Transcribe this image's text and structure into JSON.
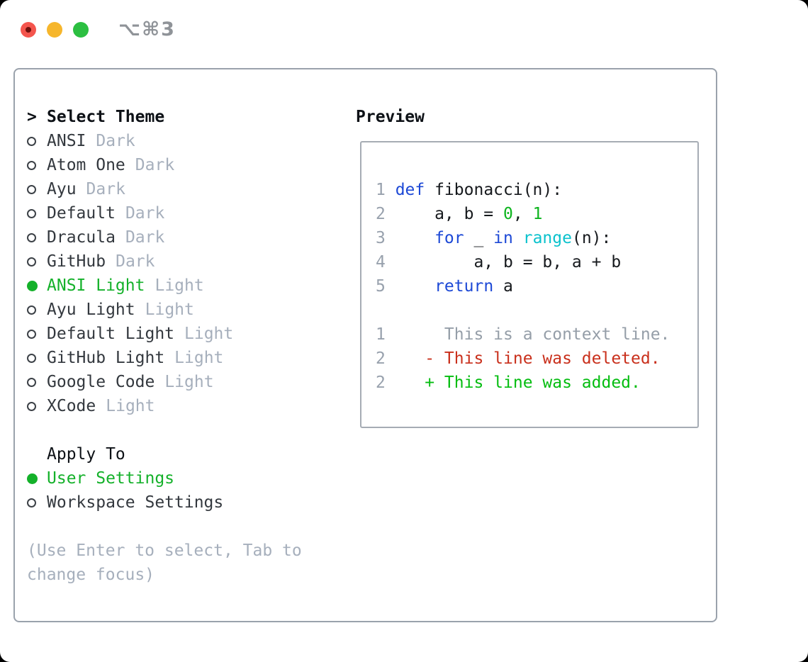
{
  "window": {
    "shortcut": "⌥⌘3",
    "traffic_lights": {
      "close_color": "#f4554d",
      "minimize_color": "#f6b62c",
      "zoom_color": "#2cbf41"
    }
  },
  "themePanel": {
    "prompt": ">",
    "title": "Select Theme",
    "themes": [
      {
        "name": "ANSI",
        "variant": "Dark",
        "selected": false
      },
      {
        "name": "Atom One",
        "variant": "Dark",
        "selected": false
      },
      {
        "name": "Ayu",
        "variant": "Dark",
        "selected": false
      },
      {
        "name": "Default",
        "variant": "Dark",
        "selected": false
      },
      {
        "name": "Dracula",
        "variant": "Dark",
        "selected": false
      },
      {
        "name": "GitHub",
        "variant": "Dark",
        "selected": false
      },
      {
        "name": "ANSI Light",
        "variant": "Light",
        "selected": true
      },
      {
        "name": "Ayu Light",
        "variant": "Light",
        "selected": false
      },
      {
        "name": "Default Light",
        "variant": "Light",
        "selected": false
      },
      {
        "name": "GitHub Light",
        "variant": "Light",
        "selected": false
      },
      {
        "name": "Google Code",
        "variant": "Light",
        "selected": false
      },
      {
        "name": "XCode",
        "variant": "Light",
        "selected": false
      }
    ],
    "applyTo": {
      "title": "Apply To",
      "options": [
        {
          "name": "User Settings",
          "selected": true
        },
        {
          "name": "Workspace Settings",
          "selected": false
        }
      ]
    },
    "help": [
      "(Use Enter to select, Tab to",
      "change focus)"
    ]
  },
  "preview": {
    "title": "Preview",
    "code": [
      {
        "no": "1",
        "tokens": [
          {
            "c": "kw",
            "t": "def "
          },
          {
            "c": "pl",
            "t": "fibonacci(n):"
          }
        ]
      },
      {
        "no": "2",
        "tokens": [
          {
            "c": "pl",
            "t": "    a, b = "
          },
          {
            "c": "num",
            "t": "0"
          },
          {
            "c": "pl",
            "t": ", "
          },
          {
            "c": "num",
            "t": "1"
          }
        ]
      },
      {
        "no": "3",
        "tokens": [
          {
            "c": "pl",
            "t": "    "
          },
          {
            "c": "kw",
            "t": "for"
          },
          {
            "c": "pl",
            "t": " _ "
          },
          {
            "c": "kw",
            "t": "in"
          },
          {
            "c": "pl",
            "t": " "
          },
          {
            "c": "fn",
            "t": "range"
          },
          {
            "c": "pl",
            "t": "(n):"
          }
        ]
      },
      {
        "no": "4",
        "tokens": [
          {
            "c": "pl",
            "t": "        a, b = b, a + b"
          }
        ]
      },
      {
        "no": "5",
        "tokens": [
          {
            "c": "pl",
            "t": "    "
          },
          {
            "c": "kw",
            "t": "return"
          },
          {
            "c": "pl",
            "t": " a"
          }
        ]
      },
      {
        "no": "",
        "tokens": []
      },
      {
        "no": "1",
        "tokens": [
          {
            "c": "ctx",
            "t": "     This is a context line."
          }
        ]
      },
      {
        "no": "2",
        "tokens": [
          {
            "c": "del",
            "t": "   - This line was deleted."
          }
        ]
      },
      {
        "no": "2",
        "tokens": [
          {
            "c": "add",
            "t": "   + This line was added."
          }
        ]
      }
    ]
  },
  "colors": {
    "accent_green": "#14b12a",
    "keyword_blue": "#1d49d6",
    "function_cyan": "#0bc2cd",
    "number_green": "#0db41e",
    "deleted_red": "#c9301c",
    "added_green": "#04bd10",
    "muted_gray": "#a6afbc",
    "border_gray": "#9aa2ac"
  }
}
